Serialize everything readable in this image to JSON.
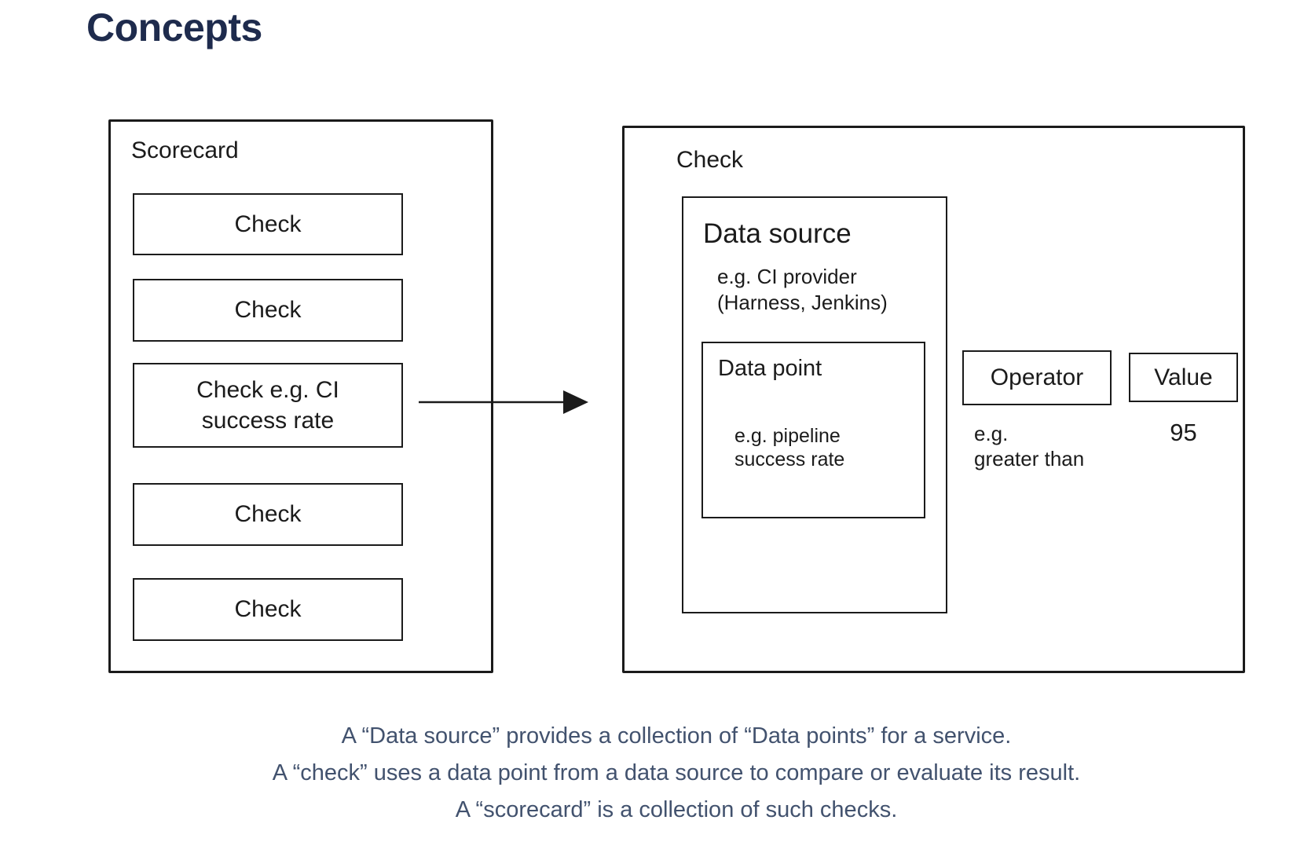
{
  "title": "Concepts",
  "scorecard": {
    "label": "Scorecard",
    "checks": [
      {
        "label": "Check"
      },
      {
        "label": "Check"
      },
      {
        "label": "Check e.g. CI success rate"
      },
      {
        "label": "Check"
      },
      {
        "label": "Check"
      }
    ]
  },
  "check_detail": {
    "label": "Check",
    "data_source": {
      "label": "Data source",
      "example": "e.g. CI provider (Harness, Jenkins)",
      "data_point": {
        "label": "Data point",
        "example": "e.g. pipeline success rate"
      }
    },
    "operator": {
      "label": "Operator",
      "example_line1": "e.g.",
      "example_line2": "greater than"
    },
    "value": {
      "label": "Value",
      "example": "95"
    }
  },
  "caption": {
    "line1": "A “Data source” provides a collection of “Data points” for a service.",
    "line2": "A “check” uses a data point from a data source to compare or evaluate its result.",
    "line3": "A “scorecard” is a collection of such checks."
  },
  "colors": {
    "heading": "#1e2b4d",
    "caption": "#42526E",
    "stroke": "#1b1b1b"
  }
}
